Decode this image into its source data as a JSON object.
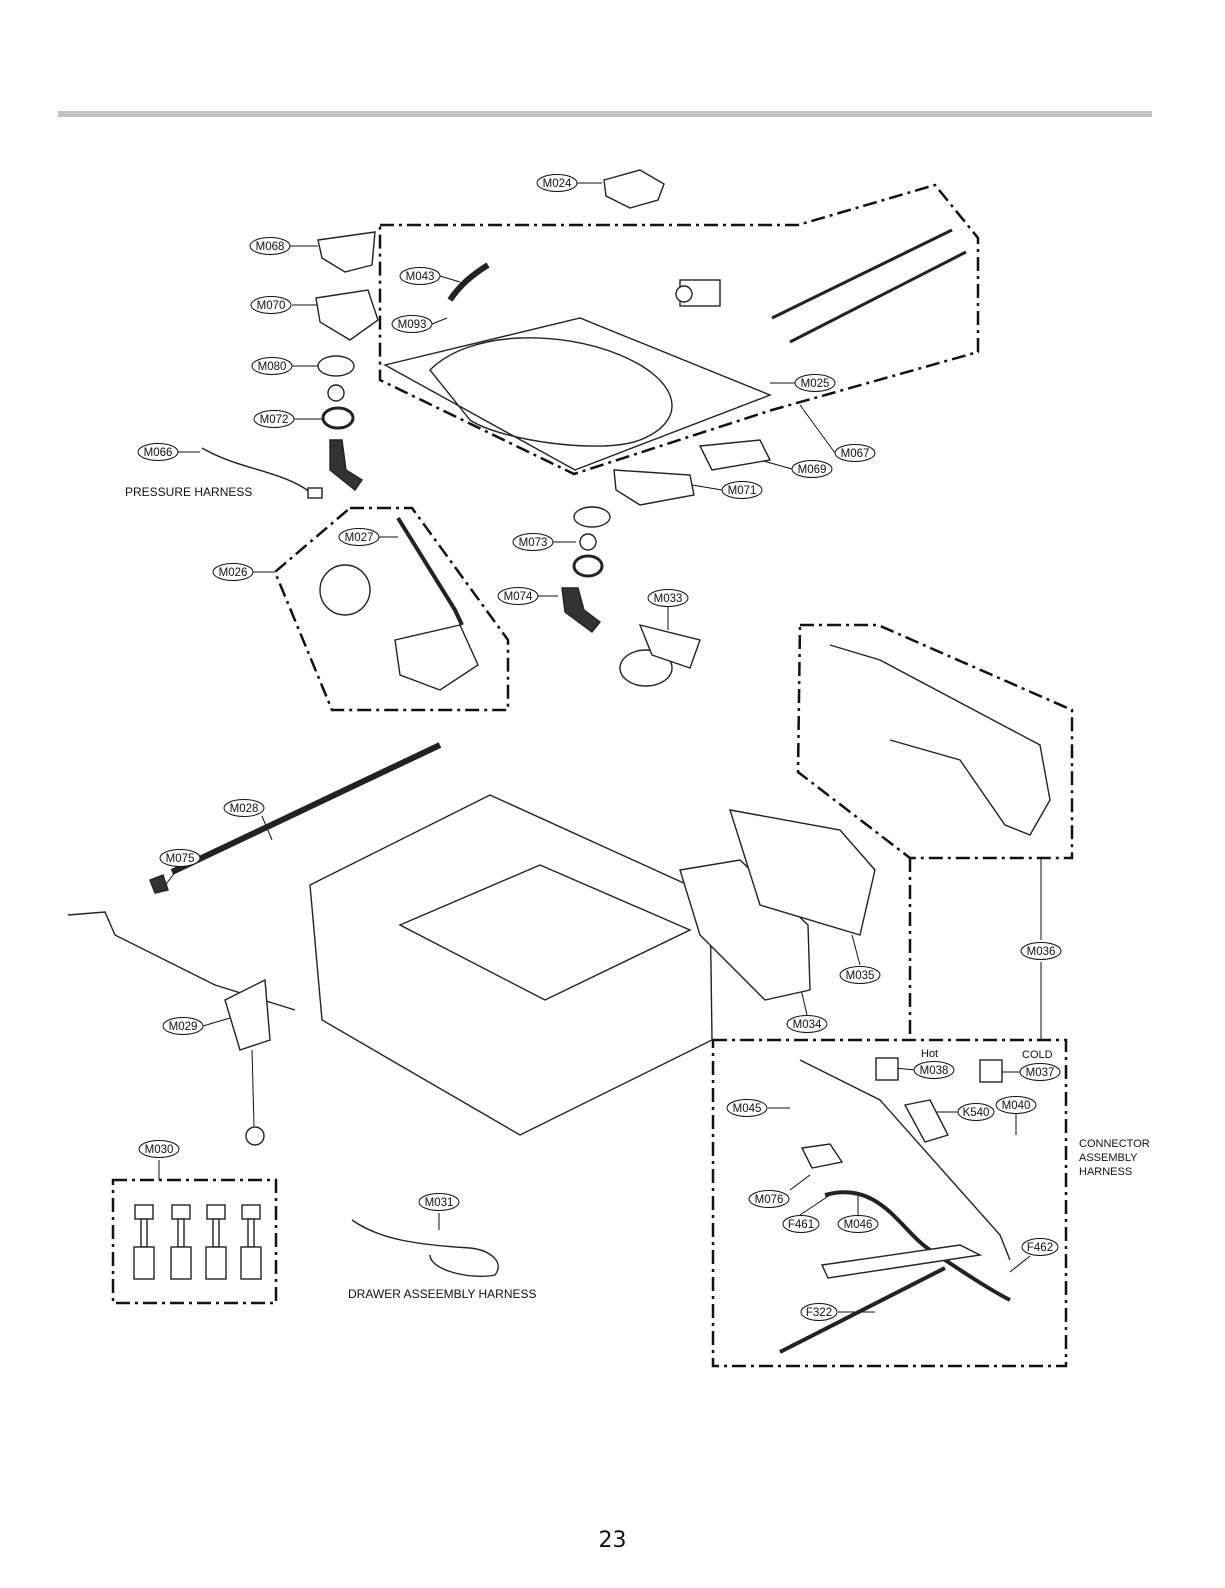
{
  "page_number": "23",
  "labels": {
    "M024": "M024",
    "M068": "M068",
    "M043": "M043",
    "M070": "M070",
    "M093": "M093",
    "M080": "M080",
    "M072": "M072",
    "M066": "M066",
    "M025": "M025",
    "M067": "M067",
    "M069": "M069",
    "M071": "M071",
    "M027": "M027",
    "M026": "M026",
    "M073": "M073",
    "M074": "M074",
    "M033": "M033",
    "M028": "M028",
    "M075": "M075",
    "M036": "M036",
    "M035": "M035",
    "M034": "M034",
    "M029": "M029",
    "M038": "M038",
    "M037": "M037",
    "M045": "M045",
    "K540": "K540",
    "M040": "M040",
    "M030": "M030",
    "M031": "M031",
    "M076": "M076",
    "F461": "F461",
    "M046": "M046",
    "F462": "F462",
    "F322": "F322"
  },
  "captions": {
    "pressure_harness": "PRESSURE HARNESS",
    "drawer_harness": "DRAWER ASSEEMBLY HARNESS",
    "connector_1": "CONNECTOR",
    "connector_2": "ASSEMBLY",
    "connector_3": "HARNESS",
    "hot": "Hot",
    "cold": "COLD"
  }
}
